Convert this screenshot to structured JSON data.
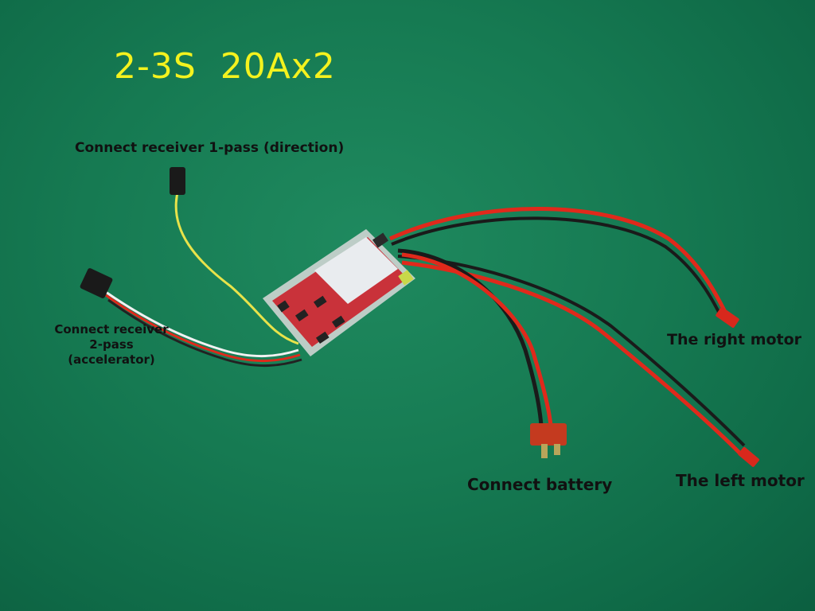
{
  "title": "2-3S  20Ax2",
  "labels": {
    "direction": "Connect receiver 1-pass (direction)",
    "accelerator_lines": [
      "Connect receiver",
      "2-pass",
      "(accelerator)"
    ],
    "right_motor": "The right motor",
    "left_motor": "The left motor",
    "battery": "Connect battery"
  },
  "colors": {
    "background": "#167a52",
    "title": "#f4f21e",
    "label": "#111111",
    "wire_red": "#e0291b",
    "wire_black": "#1a1a1a",
    "wire_yellow": "#e8e34a"
  }
}
